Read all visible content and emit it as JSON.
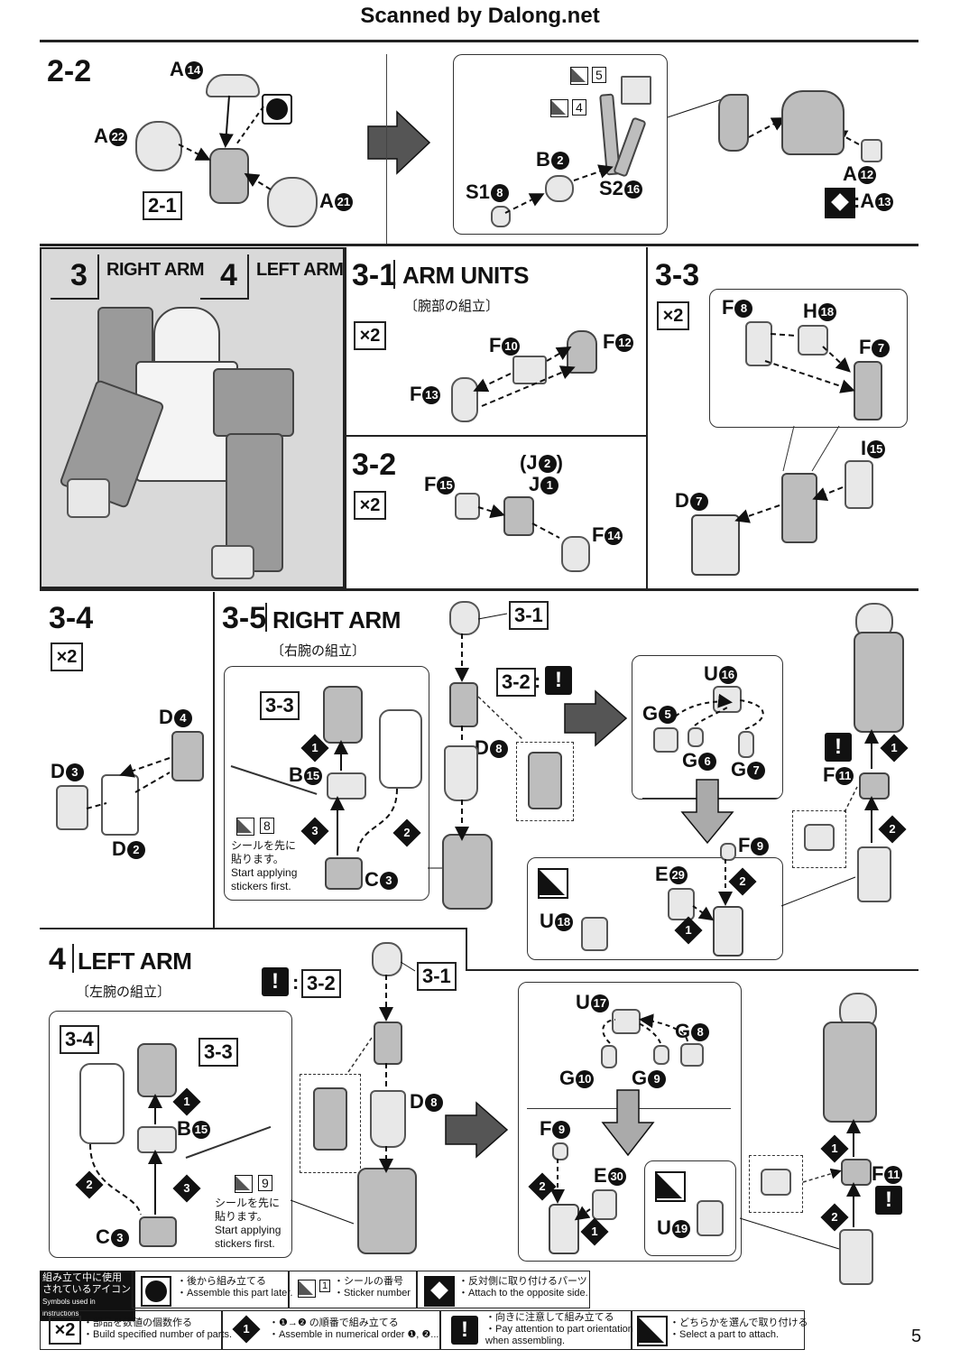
{
  "header": {
    "title": "Scanned by Dalong.net"
  },
  "step_2_2": {
    "no": "2-2",
    "parts": {
      "a14": "A",
      "a14n": "14",
      "a22": "A",
      "a22n": "22",
      "a21": "A",
      "a21n": "21",
      "ref": "2-1",
      "s4": "4",
      "s5": "5",
      "b2": "B",
      "b2n": "2",
      "s1_8": "S1",
      "s1_8n": "8",
      "s2_16": "S2",
      "s2_16n": "16",
      "a12": "A",
      "a12n": "12",
      "a13": "A",
      "a13n": "13"
    }
  },
  "step_3_4_header": {
    "no3": "3",
    "title3": "RIGHT ARM",
    "no4": "4",
    "title4": "LEFT ARM"
  },
  "step_3_1": {
    "no": "3-1",
    "title": "ARM UNITS",
    "jp": "〔腕部の組立〕",
    "mult": "×2",
    "f10": "F",
    "f10n": "10",
    "f12": "F",
    "f12n": "12",
    "f13": "F",
    "f13n": "13"
  },
  "step_3_2": {
    "no": "3-2",
    "mult": "×2",
    "f15": "F",
    "f15n": "15",
    "j2": "(J",
    "j2n": "2",
    ")": ")",
    "j1": "J",
    "j1n": "1",
    "f14": "F",
    "f14n": "14"
  },
  "step_3_3": {
    "no": "3-3",
    "mult": "×2",
    "f8": "F",
    "f8n": "8",
    "h18": "H",
    "h18n": "18",
    "f7": "F",
    "f7n": "7",
    "i15": "I",
    "i15n": "15",
    "d7": "D",
    "d7n": "7"
  },
  "step_3_4": {
    "no": "3-4",
    "mult": "×2",
    "d4": "D",
    "d4n": "4",
    "d3": "D",
    "d3n": "3",
    "d2": "D",
    "d2n": "2"
  },
  "step_3_5": {
    "no": "3-5",
    "title": "RIGHT ARM",
    "jp": "〔右腕の組立〕",
    "ref33": "3-3",
    "ref31": "3-1",
    "ref32": "3-2",
    "b15": "B",
    "b15n": "15",
    "c3": "C",
    "c3n": "3",
    "d8": "D",
    "d8n": "8",
    "sticker": "8",
    "note_jp1": "シールを先に",
    "note_jp2": "貼ります。",
    "note_en1": "Start applying",
    "note_en2": "stickers first.",
    "u16": "U",
    "u16n": "16",
    "g5": "G",
    "g5n": "5",
    "g6": "G",
    "g6n": "6",
    "g7": "G",
    "g7n": "7",
    "f9": "F",
    "f9n": "9",
    "e29": "E",
    "e29n": "29",
    "u18": "U",
    "u18n": "18",
    "f11": "F",
    "f11n": "11"
  },
  "step_4": {
    "no": "4",
    "title": "LEFT ARM",
    "jp": "〔左腕の組立〕",
    "ref34": "3-4",
    "ref33": "3-3",
    "ref31": "3-1",
    "ref32": "3-2",
    "b15": "B",
    "b15n": "15",
    "c3": "C",
    "c3n": "3",
    "d8": "D",
    "d8n": "8",
    "sticker": "9",
    "note_jp1": "シールを先に",
    "note_jp2": "貼ります。",
    "note_en1": "Start applying",
    "note_en2": "stickers first.",
    "u17": "U",
    "u17n": "17",
    "g8": "G",
    "g8n": "8",
    "g10": "G",
    "g10n": "10",
    "g9": "G",
    "g9n": "9",
    "f9": "F",
    "f9n": "9",
    "e30": "E",
    "e30n": "30",
    "u19": "U",
    "u19n": "19",
    "f11": "F",
    "f11n": "11"
  },
  "seq": {
    "n1": "1",
    "n2": "2",
    "n3": "3",
    "colon": ":"
  },
  "legend": {
    "title_jp1": "組み立て中に使用",
    "title_jp2": "されているアイコン",
    "title_en": "Symbols used in instructions",
    "later_jp": "・後から組み立てる",
    "later_en": "・Assemble this part later.",
    "sticker_jp": "・シールの番号",
    "sticker_en": "・Sticker number",
    "sticker_num": "1",
    "opp_jp": "・反対側に取り付けるパーツ",
    "opp_en": "・Attach to the opposite side.",
    "mult_jp": "・部品を数値の個数作る",
    "mult_en": "・Build specified number of parts.",
    "mult": "×2",
    "order_jp": "・❶→❷ の順番で組み立てる",
    "order_en": "・Assemble in numerical order ❶, ❷...",
    "orient_jp": "・向きに注意して組み立てる",
    "orient_en1": "・Pay attention to part orientation",
    "orient_en2": "when assembling.",
    "select_jp": "・どちらかを選んで取り付ける",
    "select_en": "・Select a part to attach."
  },
  "page_number": "5",
  "colors": {
    "ink": "#111111",
    "panel_gray": "#d9d9d9",
    "part_gray": "#bdbdbd"
  }
}
